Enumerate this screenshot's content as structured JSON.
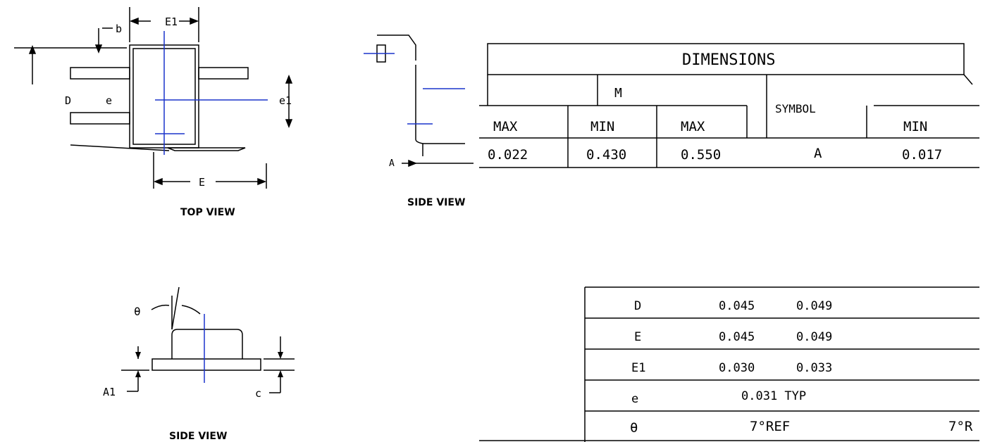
{
  "views": {
    "top_view_label": "TOP VIEW",
    "side_view_label_upper": "SIDE VIEW",
    "side_view_label_lower": "SIDE VIEW"
  },
  "dims": {
    "b": "b",
    "E1": "E1",
    "E": "E",
    "D": "D",
    "e": "e",
    "e1": "e1",
    "A": "A",
    "A1": "A1",
    "c": "c",
    "theta": "θ"
  },
  "table": {
    "title": "DIMENSIONS",
    "header_group_left": "M",
    "header_symbol": "SYMBOL",
    "subheaders": [
      "MAX",
      "MIN",
      "MAX",
      "MIN"
    ],
    "first_row": {
      "c1": "0.022",
      "c2": "0.430",
      "c3": "0.550",
      "symbol": "A",
      "c4": "0.017"
    },
    "rows": [
      {
        "symbol": "D",
        "c1": "0.045",
        "c2": "0.049"
      },
      {
        "symbol": "E",
        "c1": "0.045",
        "c2": "0.049"
      },
      {
        "symbol": "E1",
        "c1": "0.030",
        "c2": "0.033"
      },
      {
        "symbol": "e",
        "c1": "0.031 TYP"
      },
      {
        "symbol": "θ",
        "c1": "7°REF",
        "c2": "7°R"
      }
    ]
  }
}
